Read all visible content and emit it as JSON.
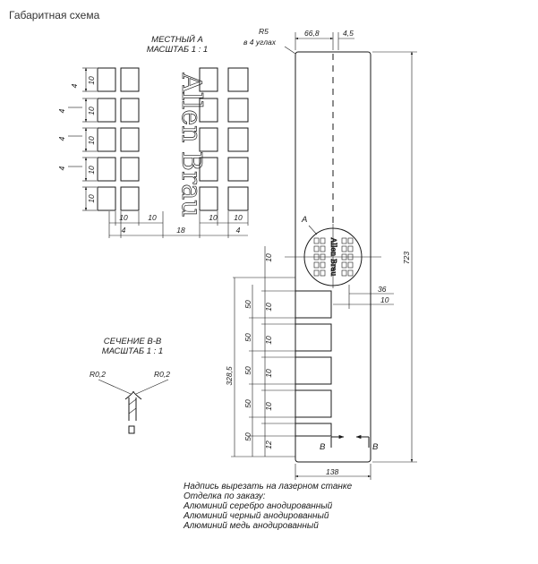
{
  "title": "Габаритная схема",
  "detail_a": {
    "title_line1": "МЕСТНЫЙ А",
    "title_line2": "МАСШТАБ 1 : 1",
    "logo_text": "Allen Brau",
    "dims": {
      "ten": "10",
      "four": "4",
      "eighteen": "18"
    }
  },
  "section_bb": {
    "title_line1": "СЕЧЕНИЕ B-B",
    "title_line2": "МАСШТАБ 1 : 1",
    "r_left": "R0,2",
    "r_right": "R0,2"
  },
  "main": {
    "corner_r": "R5",
    "corner_note": "в 4 углах",
    "d_66_8": "66,8",
    "d_4_5": "4,5",
    "d_723": "723",
    "callout_a": "A",
    "d_36": "36",
    "d_10": "10",
    "d_328_5": "328,5",
    "d_50": "50",
    "d_12": "12",
    "d_138": "138",
    "section_mark": "B",
    "logo_small": "Allen Brau"
  },
  "notes": [
    "Надпись вырезать на лазерном станке",
    "Отделка по заказу:",
    "Алюминий серебро анодированный",
    "Алюминий черный анодированный",
    "Алюминий медь анодированный"
  ]
}
